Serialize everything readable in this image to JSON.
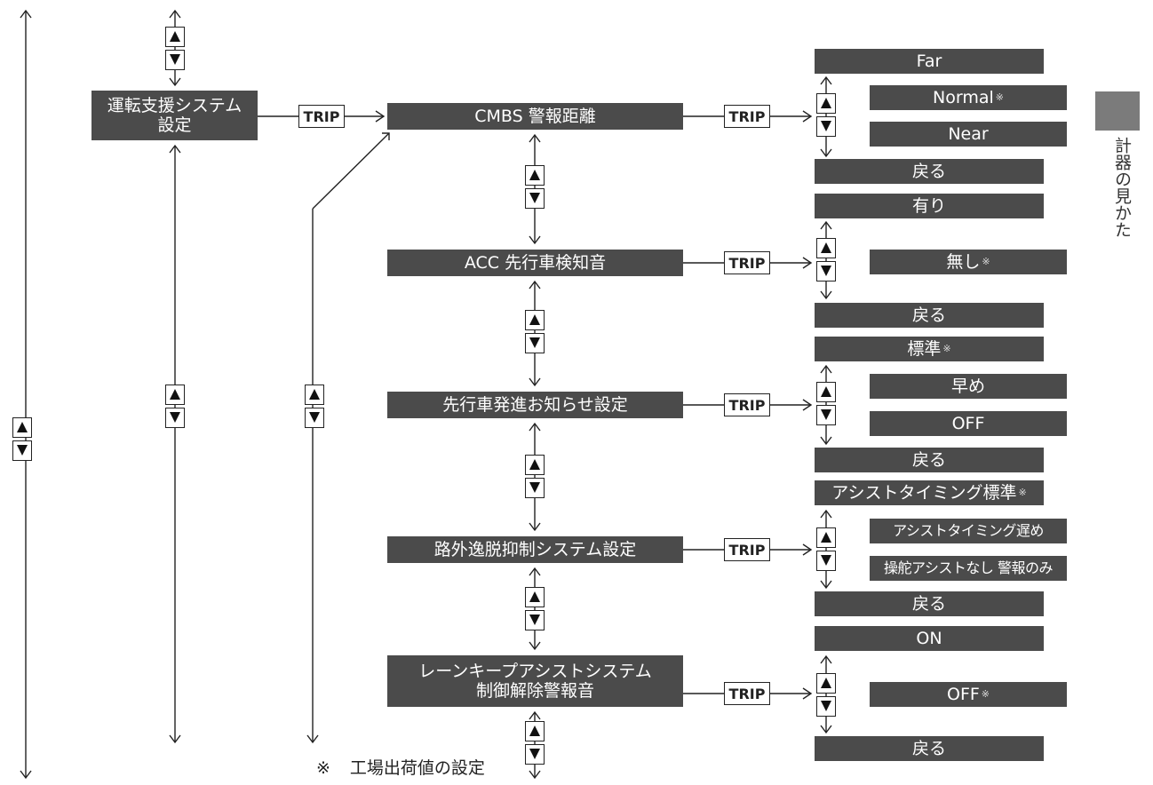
{
  "side_label": "計器の見かた",
  "root": {
    "label": "運転支援システム\n設定"
  },
  "trip_label": "TRIP",
  "footnote": {
    "mark": "※",
    "text": "工場出荷値の設定"
  },
  "items": [
    {
      "label": "CMBS 警報距離",
      "options": [
        {
          "label": "Far",
          "default": false
        },
        {
          "label": "Normal",
          "default": true
        },
        {
          "label": "Near",
          "default": false
        },
        {
          "label": "戻る",
          "default": false
        }
      ]
    },
    {
      "label": "ACC 先行車検知音",
      "options": [
        {
          "label": "有り",
          "default": false
        },
        {
          "label": "無し",
          "default": true
        },
        {
          "label": "戻る",
          "default": false
        }
      ]
    },
    {
      "label": "先行車発進お知らせ設定",
      "options": [
        {
          "label": "標準",
          "default": true
        },
        {
          "label": "早め",
          "default": false
        },
        {
          "label": "OFF",
          "default": false
        },
        {
          "label": "戻る",
          "default": false
        }
      ]
    },
    {
      "label": "路外逸脱抑制システム設定",
      "options": [
        {
          "label": "アシストタイミング標準",
          "default": true
        },
        {
          "label": "アシストタイミング遅め",
          "default": false
        },
        {
          "label": "操舵アシストなし 警報のみ",
          "default": false
        },
        {
          "label": "戻る",
          "default": false
        }
      ]
    },
    {
      "label": "レーンキープアシストシステム\n制御解除警報音",
      "options": [
        {
          "label": "ON",
          "default": false
        },
        {
          "label": "OFF",
          "default": true
        },
        {
          "label": "戻る",
          "default": false
        }
      ]
    }
  ],
  "colors": {
    "box": "#4b4b4b",
    "text_on_box": "#ffffff",
    "line": "#222222",
    "tab": "#7b7b7b"
  }
}
